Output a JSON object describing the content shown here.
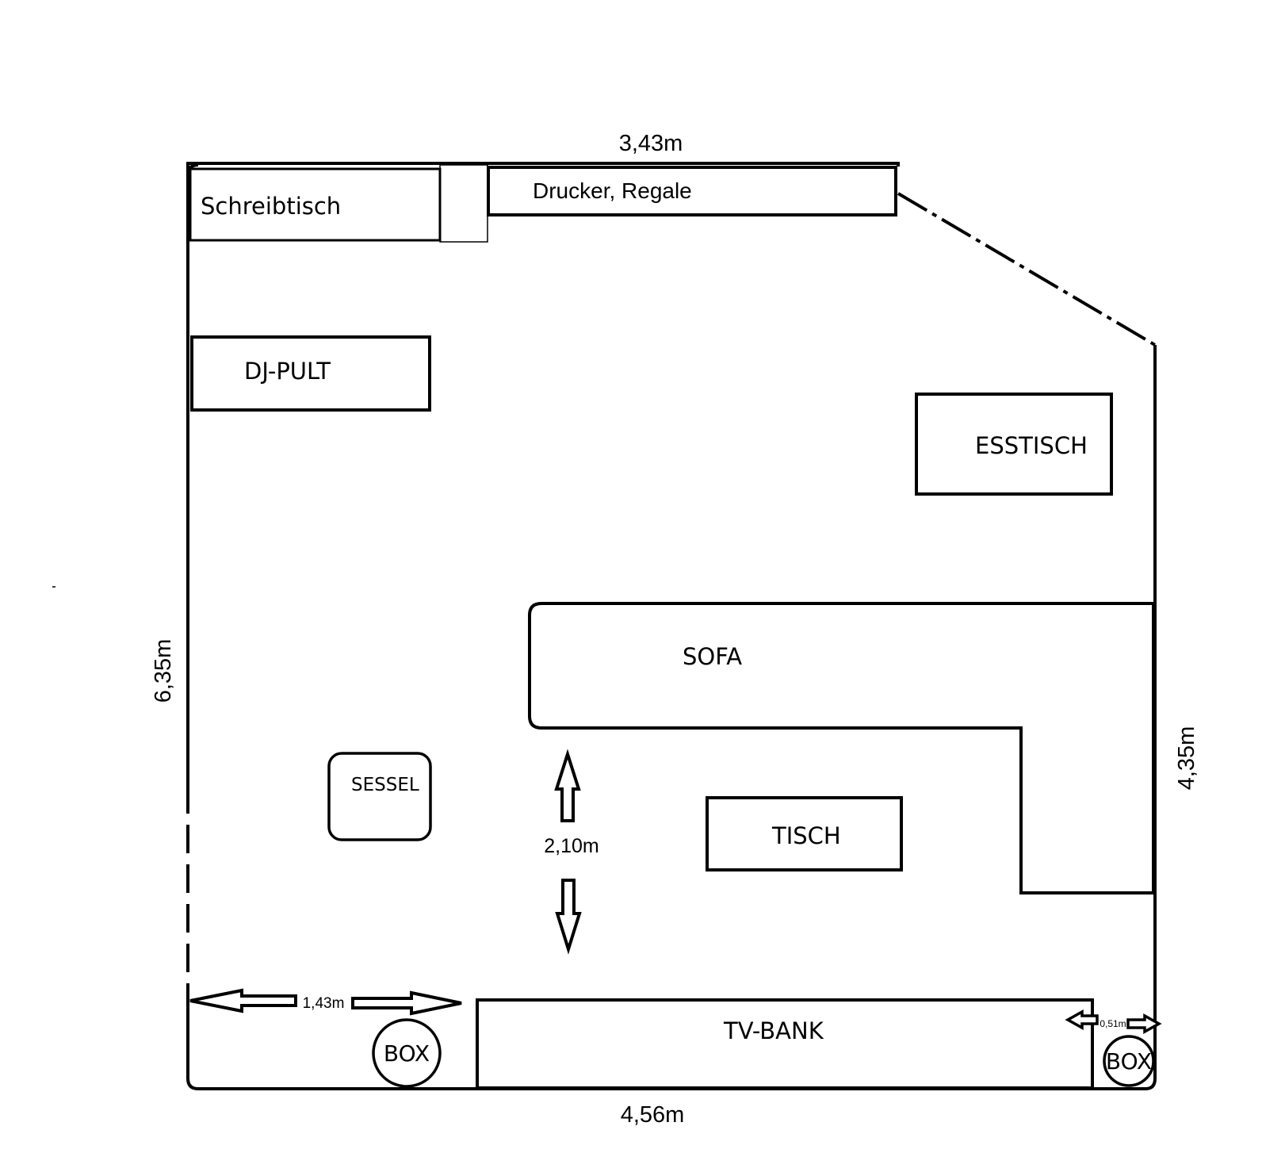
{
  "dimensions": {
    "top": "3,43m",
    "left": "6,35m",
    "right": "4,35m",
    "bottom": "4,56m",
    "walkway": "2,10m",
    "box_gap": "1,43m",
    "corner_gap": "0,51m"
  },
  "furniture": {
    "desk": "Schreibtisch",
    "printer_shelves": "Drucker, Regale",
    "dj_desk": "DJ-PULT",
    "dining_table": "ESSTISCH",
    "sofa": "SOFA",
    "armchair": "SESSEL",
    "table": "TISCH",
    "tv_bench": "TV-BANK",
    "speaker_left": "BOX",
    "speaker_right": "BOX"
  }
}
